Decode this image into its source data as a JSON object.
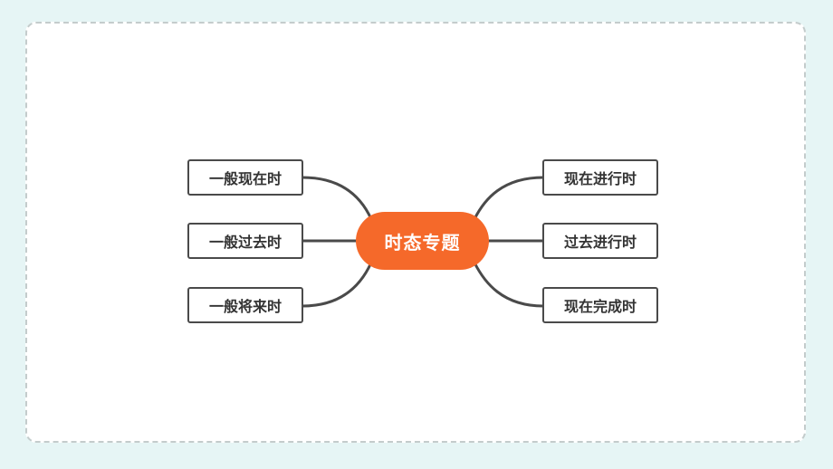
{
  "mindmap": {
    "center": "时态专题",
    "left": [
      "一般现在时",
      "一般过去时",
      "一般将来时"
    ],
    "right": [
      "现在进行时",
      "过去进行时",
      "现在完成时"
    ]
  },
  "colors": {
    "center_fill": "#f5692a",
    "line": "#4a4a4a",
    "background": "#e6f5f5"
  }
}
